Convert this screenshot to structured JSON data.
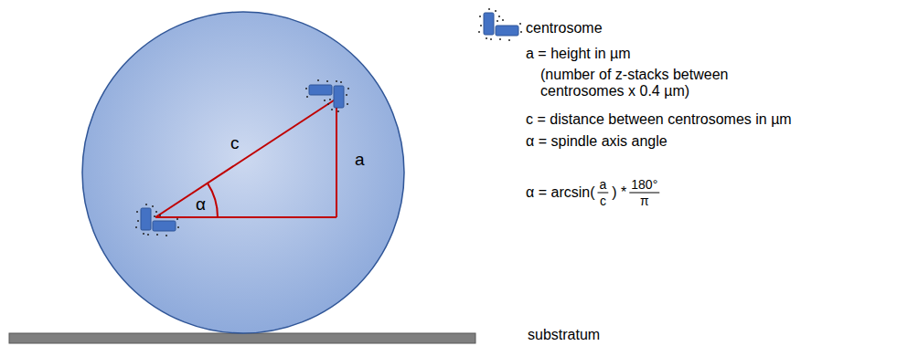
{
  "diagram": {
    "labels": [
      "c",
      "a",
      "α",
      "a = height in µm",
      "(number of z-stacks between centrosomes x 0.4 µm)",
      "c = distance between centrosomes in µm",
      "α = spindle axis angle",
      "α = arcsin(",
      "a",
      "c",
      ") *",
      "180°",
      "π",
      "substratum"
    ],
    "legend": [
      {
        "text": "centrosome"
      }
    ]
  }
}
